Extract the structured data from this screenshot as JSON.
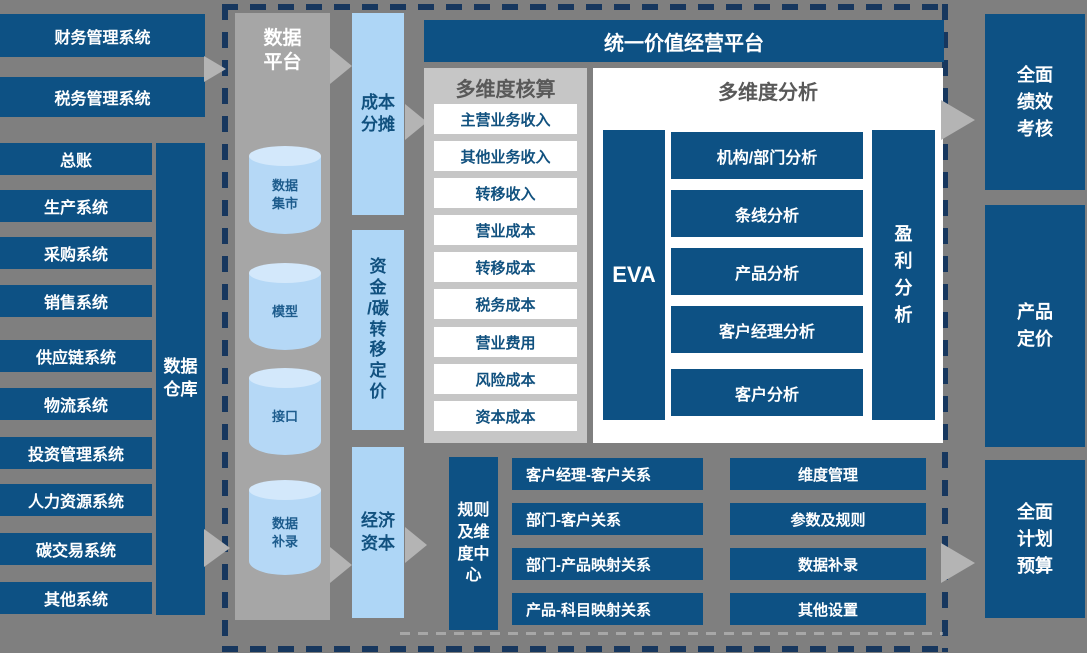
{
  "diagram": {
    "colors": {
      "background": "#7f7f7f",
      "dark_blue": "#0d5184",
      "light_blue": "#aed6f6",
      "panel_gray": "#c6c6c6",
      "platform_gray": "#a6a6a6",
      "dash_navy": "#17375e",
      "arrow_gray": "#b4b4b4",
      "title_gray": "#595959"
    },
    "left": {
      "external_systems": [
        "财务管理系统",
        "税务管理系统"
      ],
      "source_systems": [
        "总账",
        "生产系统",
        "采购系统",
        "销售系统",
        "供应链系统",
        "物流系统",
        "投资管理系统",
        "人力资源系统",
        "碳交易系统",
        "其他系统"
      ],
      "warehouse_label": "数据\n仓库"
    },
    "platform_column": {
      "title": "数据\n平台",
      "cylinders": [
        "数据\n集市",
        "模型",
        "接口",
        "数据\n补录"
      ]
    },
    "engines": [
      "成本\n分摊",
      "资\n金\n/碳\n转\n移\n定\n价",
      "经济\n资本"
    ],
    "main": {
      "banner": "统一价值经营平台",
      "accounting": {
        "title": "多维度核算",
        "items": [
          "主营业务收入",
          "其他业务收入",
          "转移收入",
          "营业成本",
          "转移成本",
          "税务成本",
          "营业费用",
          "风险成本",
          "资本成本"
        ]
      },
      "analysis": {
        "title": "多维度分析",
        "eva": "EVA",
        "items": [
          "机构/部门分析",
          "条线分析",
          "产品分析",
          "客户经理分析",
          "客户分析"
        ],
        "profit": "盈\n利\n分\n析"
      }
    },
    "rules": {
      "title": "规则\n及维\n度中\n心",
      "relations": [
        "客户经理-客户关系",
        "部门-客户关系",
        "部门-产品映射关系",
        "产品-科目映射关系"
      ],
      "settings": [
        "维度管理",
        "参数及规则",
        "数据补录",
        "其他设置"
      ]
    },
    "outputs": [
      "全面\n绩效\n考核",
      "产品\n定价",
      "全面\n计划\n预算"
    ]
  }
}
